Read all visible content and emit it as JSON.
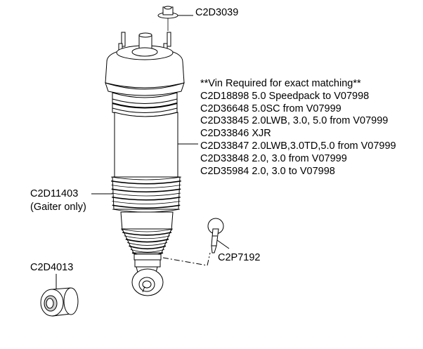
{
  "callouts": {
    "nut": "C2D3039",
    "gaiter_part": "C2D11403",
    "gaiter_note": "(Gaiter only)",
    "bushing": "C2D4013",
    "bolt": "C2P7192"
  },
  "notes": [
    "**Vin Required for exact matching**",
    "C2D18898 5.0 Speedpack to V07998",
    "C2D36648 5.0SC from V07999",
    "C2D33845 2.0LWB, 3.0, 5.0 from V07999",
    "C2D33846 XJR",
    "C2D33847 2.0LWB,3.0TD,5.0 from V07999",
    "C2D33848 2.0, 3.0 from V07999",
    "C2D35984 2.0, 3.0 to V07998"
  ],
  "colors": {
    "line": "#000000",
    "fill": "#ffffff",
    "shade": "#cfcfcf"
  }
}
